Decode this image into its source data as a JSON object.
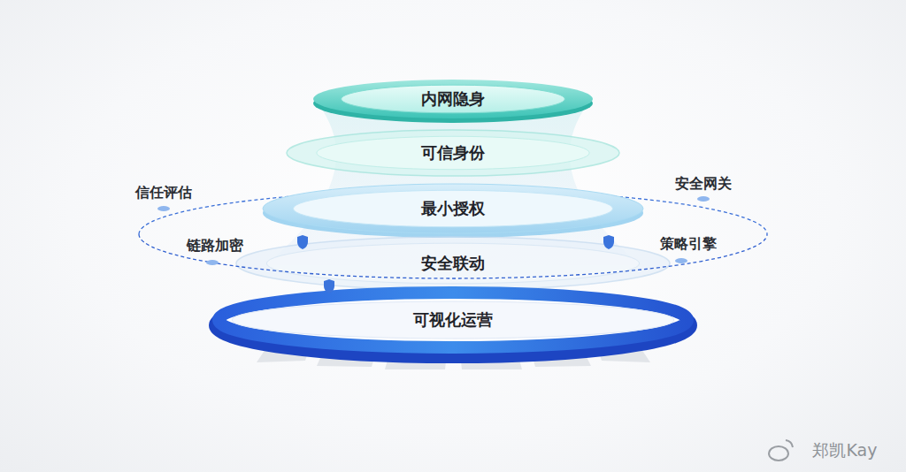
{
  "diagram": {
    "nodes": [
      {
        "text": [
          "内网隐身"
        ]
      },
      {
        "text": [
          "可信身份"
        ]
      },
      {
        "text": [
          "最小授权"
        ]
      },
      {
        "text": [
          "安全联动"
        ]
      },
      {
        "text": [
          "可视化运营"
        ]
      }
    ],
    "labels": [
      "信任评估",
      "安全网关",
      "链路加密",
      "策略引擎",
      "郑凯Kay"
    ]
  }
}
